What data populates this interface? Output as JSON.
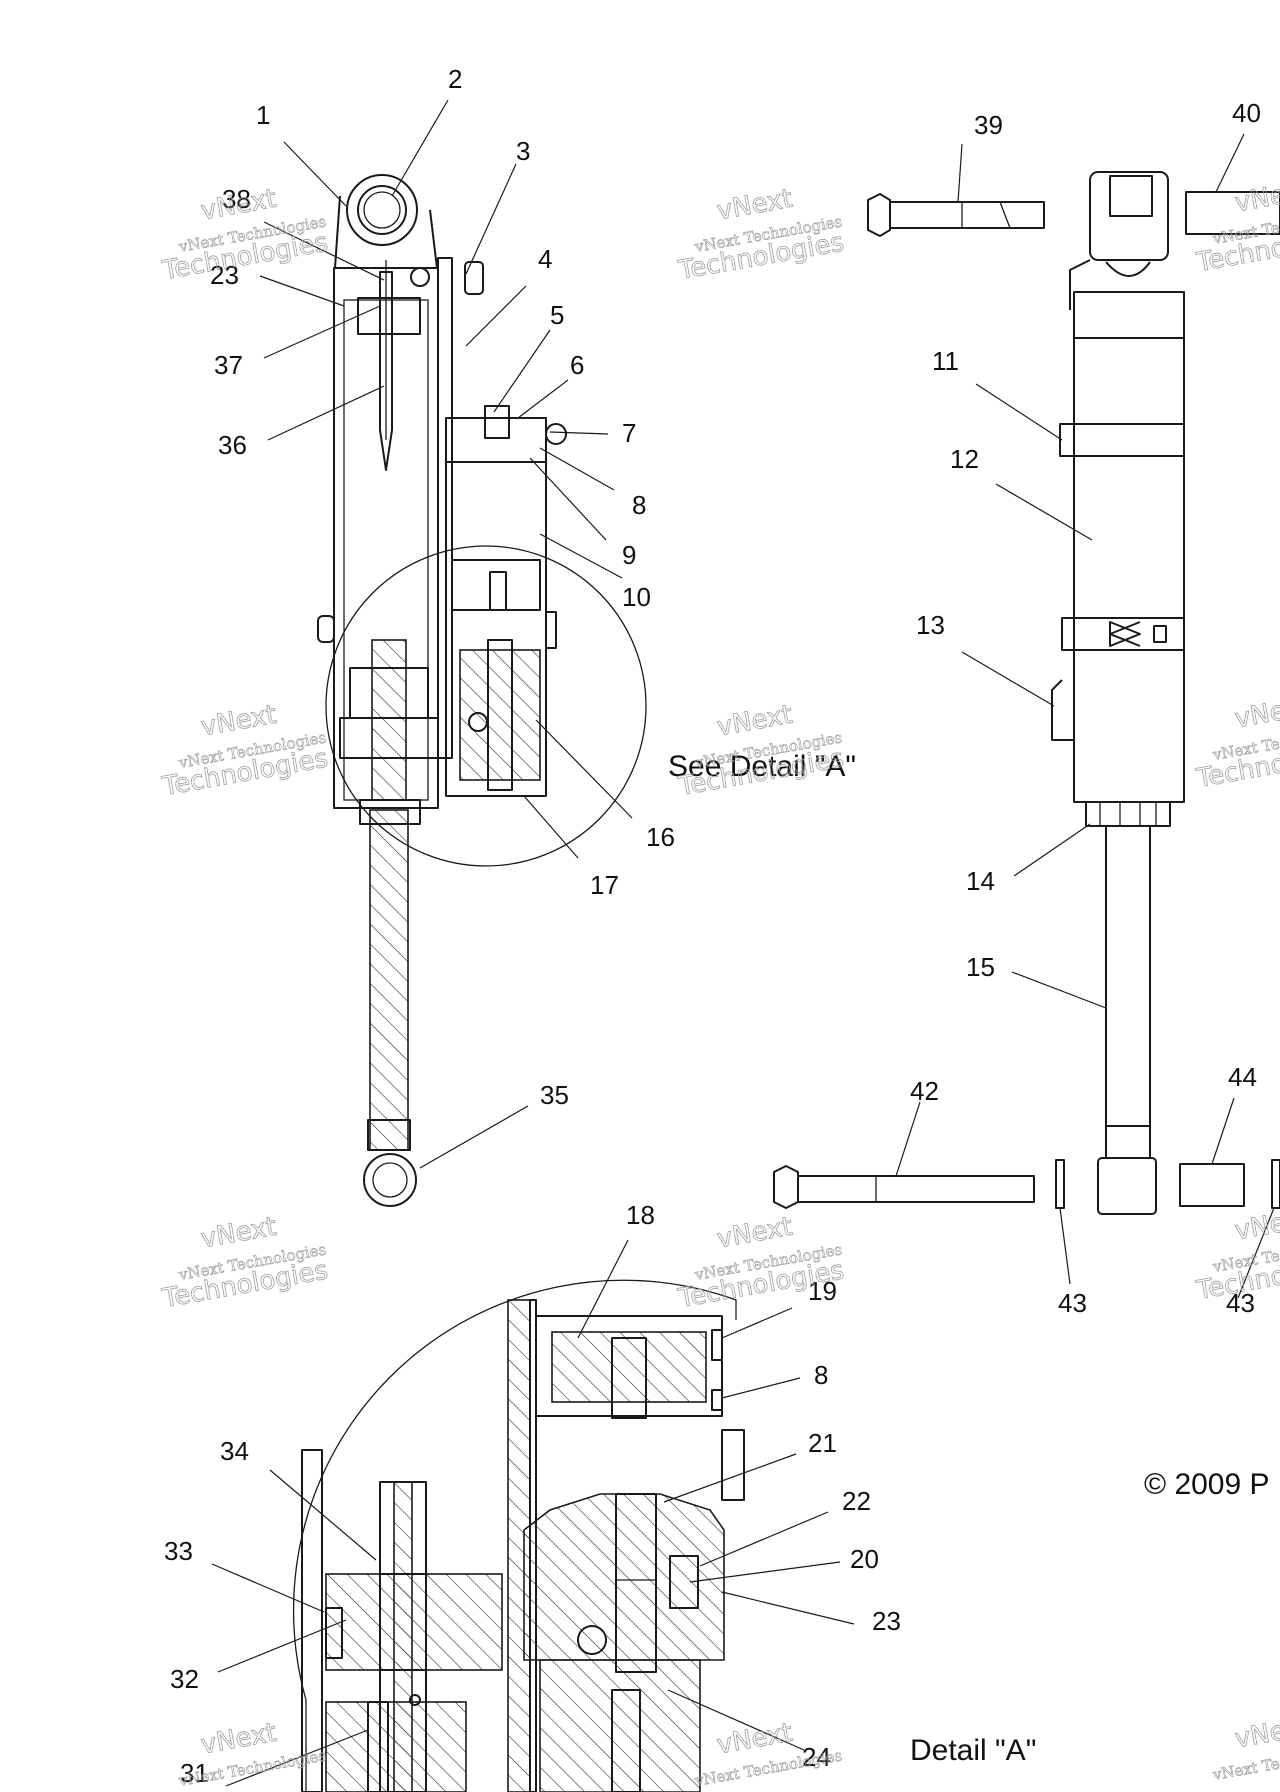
{
  "colors": {
    "line": "#1a1a1a",
    "watermark": "#9a9a9a",
    "background": "#ffffff"
  },
  "watermark": {
    "line1": "vNext",
    "line2": "vNext Technologies",
    "line3": "Technologies"
  },
  "detail_reference": "See Detail \"A\"",
  "detail_caption": "Detail \"A\"",
  "copyright": "© 2009 P",
  "callouts": [
    {
      "id": "c1",
      "text": "1"
    },
    {
      "id": "c2",
      "text": "2"
    },
    {
      "id": "c3",
      "text": "3"
    },
    {
      "id": "c4",
      "text": "4"
    },
    {
      "id": "c5",
      "text": "5"
    },
    {
      "id": "c6",
      "text": "6"
    },
    {
      "id": "c7",
      "text": "7"
    },
    {
      "id": "c8a",
      "text": "8"
    },
    {
      "id": "c9",
      "text": "9"
    },
    {
      "id": "c10",
      "text": "10"
    },
    {
      "id": "c11",
      "text": "11"
    },
    {
      "id": "c12",
      "text": "12"
    },
    {
      "id": "c13",
      "text": "13"
    },
    {
      "id": "c14",
      "text": "14"
    },
    {
      "id": "c15",
      "text": "15"
    },
    {
      "id": "c16",
      "text": "16"
    },
    {
      "id": "c17",
      "text": "17"
    },
    {
      "id": "c18",
      "text": "18"
    },
    {
      "id": "c19",
      "text": "19"
    },
    {
      "id": "c8b",
      "text": "8"
    },
    {
      "id": "c21",
      "text": "21"
    },
    {
      "id": "c22",
      "text": "22"
    },
    {
      "id": "c20",
      "text": "20"
    },
    {
      "id": "c23b",
      "text": "23"
    },
    {
      "id": "c24",
      "text": "24"
    },
    {
      "id": "c31",
      "text": "31"
    },
    {
      "id": "c32",
      "text": "32"
    },
    {
      "id": "c33",
      "text": "33"
    },
    {
      "id": "c34",
      "text": "34"
    },
    {
      "id": "c35",
      "text": "35"
    },
    {
      "id": "c36",
      "text": "36"
    },
    {
      "id": "c37",
      "text": "37"
    },
    {
      "id": "c23a",
      "text": "23"
    },
    {
      "id": "c38",
      "text": "38"
    },
    {
      "id": "c39",
      "text": "39"
    },
    {
      "id": "c40",
      "text": "40"
    },
    {
      "id": "c42",
      "text": "42"
    },
    {
      "id": "c43a",
      "text": "43"
    },
    {
      "id": "c43b",
      "text": "43"
    },
    {
      "id": "c44",
      "text": "44"
    }
  ]
}
